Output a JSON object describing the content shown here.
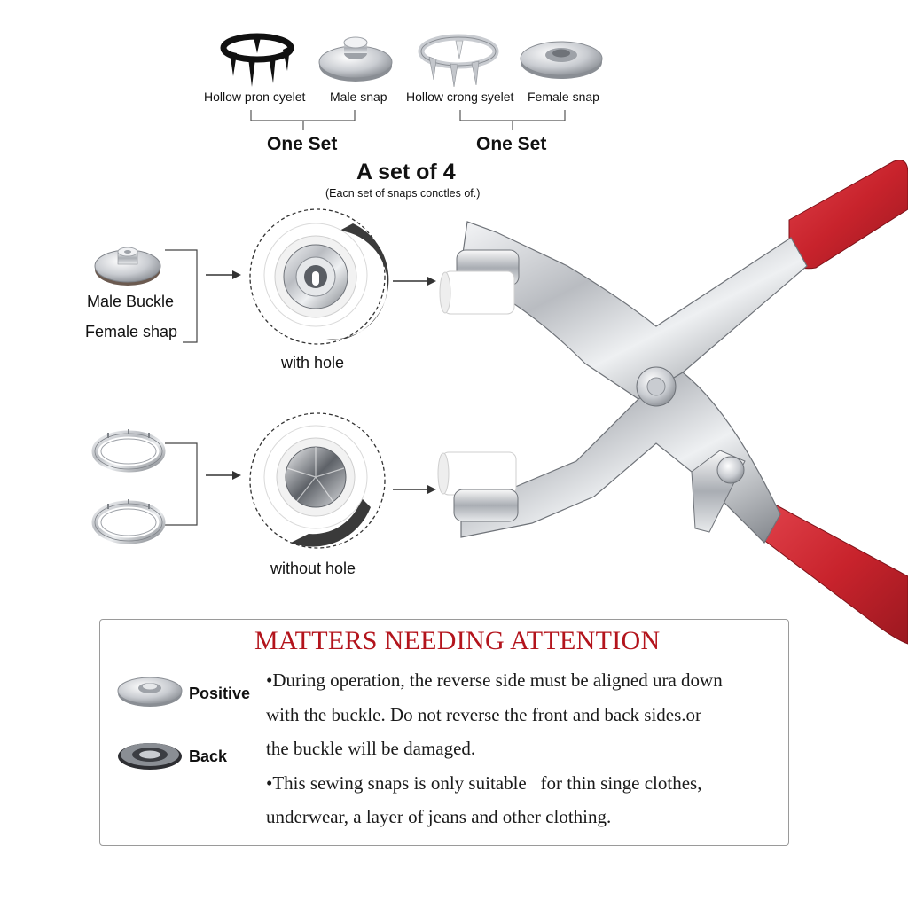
{
  "parts": {
    "hollow_prong_eyelet_black": "Hollow pron cyelet",
    "male_snap": "Male snap",
    "hollow_prong_eyelet_silver": "Hollow crong syelet",
    "female_snap": "Female snap"
  },
  "sets": {
    "left_label": "One Set",
    "right_label": "One Set"
  },
  "header": {
    "title": "A set of 4",
    "subtitle": "(Eacn set of snaps conctles of.)"
  },
  "upper_row": {
    "line1": "Male Buckle",
    "line2": "Female shap",
    "die_label": "with hole"
  },
  "lower_row": {
    "die_label": "without hole"
  },
  "notice": {
    "title": "MATTERS NEEDING ATTENTION",
    "positive_label": "Positive",
    "back_label": "Back",
    "lines": [
      "•During operation, the reverse side must be aligned ura down",
      "with the buckle. Do not reverse the front and back sides.or",
      "the buckle will be damaged.",
      "•This sewing snaps is only suitable   for thin singe clothes,",
      "underwear, a layer of jeans and other clothing."
    ]
  },
  "colors": {
    "handle_red": "#c8232c",
    "notice_title_red": "#b3141c",
    "steel": "#b9bcc1"
  }
}
